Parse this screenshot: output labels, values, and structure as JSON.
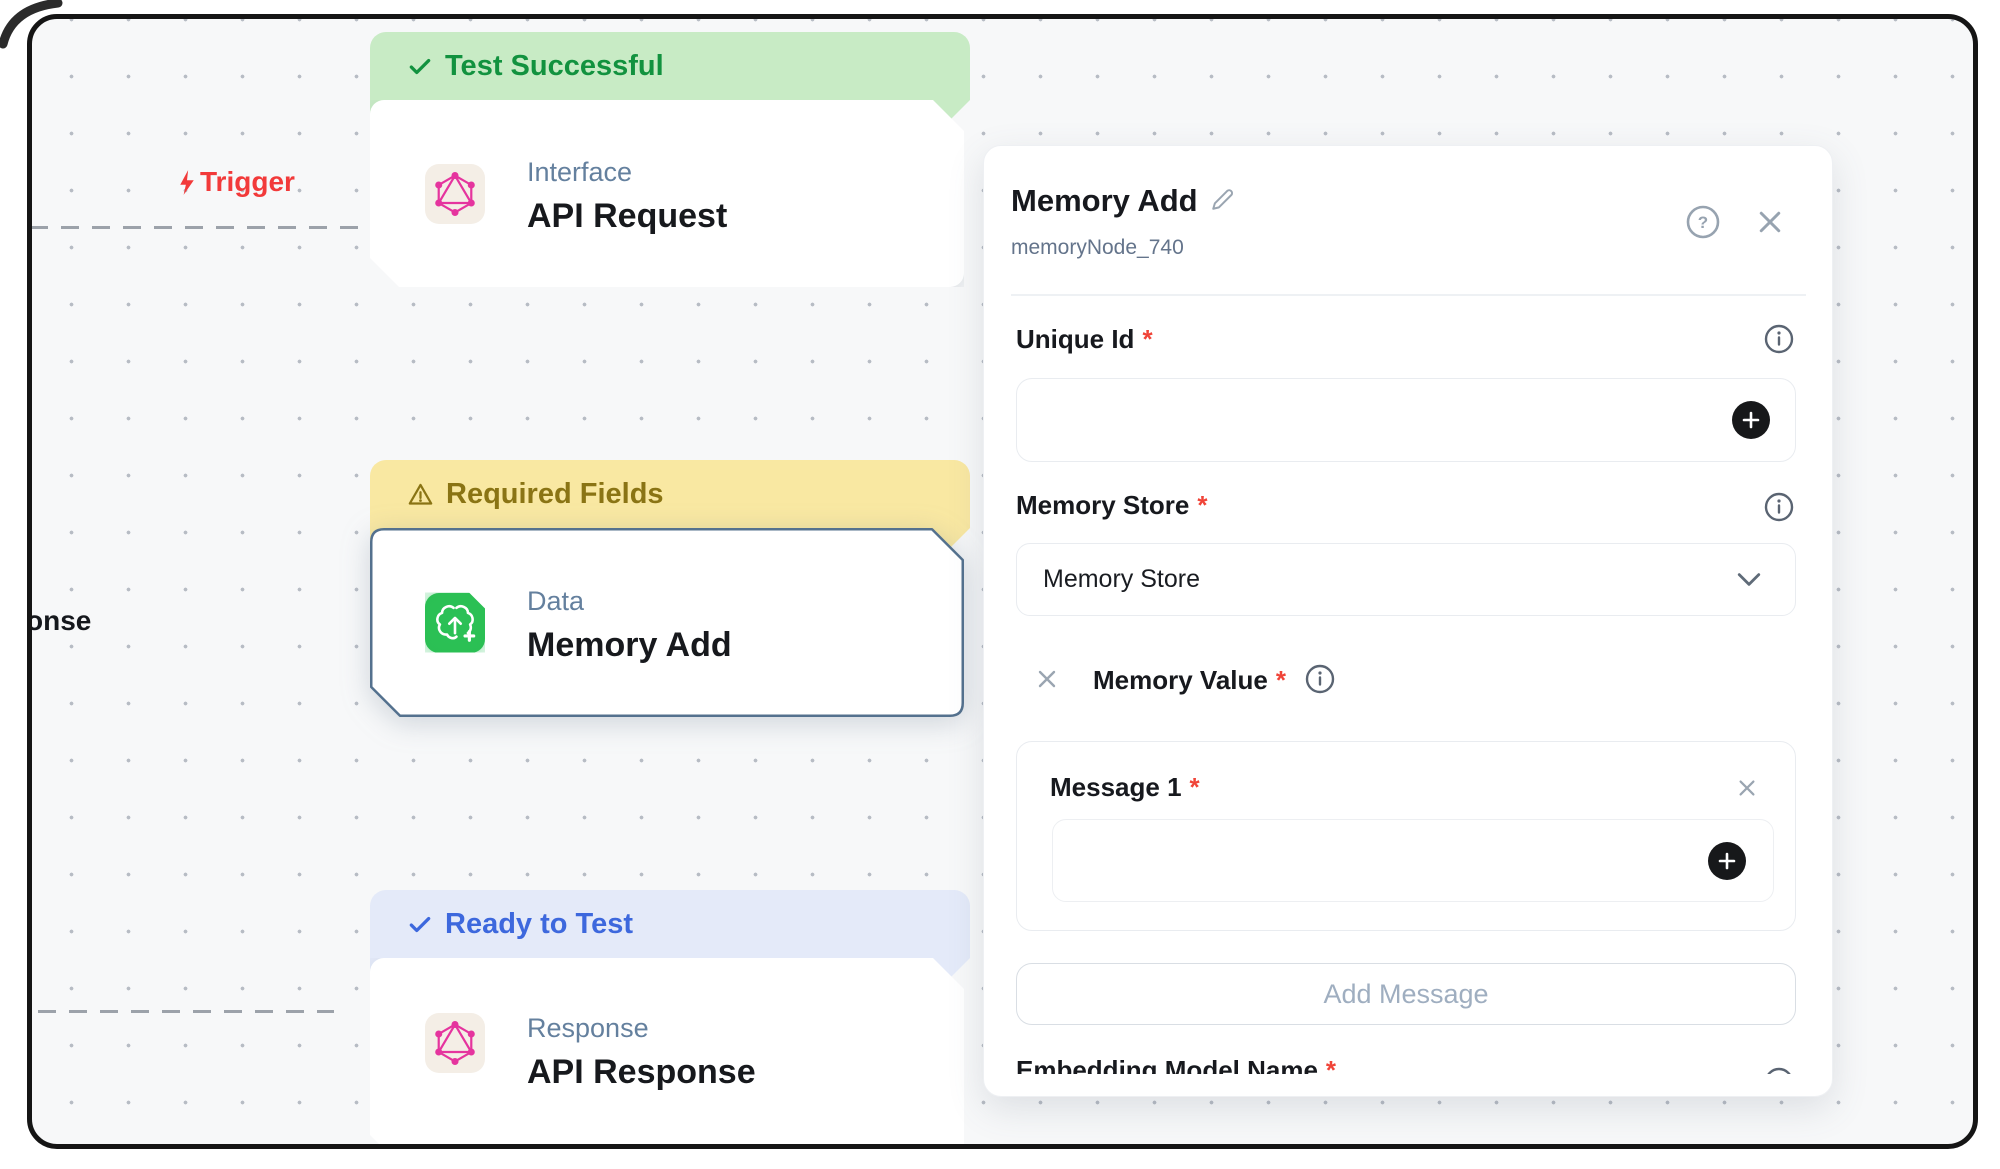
{
  "canvas": {
    "trigger_label": "Trigger",
    "clipped_text": "onse",
    "nodes": [
      {
        "status": "Test Successful",
        "category": "Interface",
        "title": "API Request"
      },
      {
        "status": "Required Fields",
        "category": "Data",
        "title": "Memory Add"
      },
      {
        "status": "Ready to Test",
        "category": "Response",
        "title": "API Response"
      }
    ]
  },
  "panel": {
    "title": "Memory Add",
    "node_id": "memoryNode_740",
    "required_marker": "*",
    "fields": {
      "unique_id": {
        "label": "Unique Id",
        "value": ""
      },
      "memory_store": {
        "label": "Memory Store",
        "value": "Memory Store"
      },
      "memory_value": {
        "label": "Memory Value",
        "messages": [
          {
            "label": "Message 1",
            "value": ""
          }
        ],
        "add_button_label": "Add Message"
      },
      "embedding_model": {
        "label": "Embedding Model Name"
      }
    }
  },
  "colors": {
    "success_bg": "#C8EBC5",
    "success_text": "#12923F",
    "warning_bg": "#F9E8A2",
    "warning_text": "#8A7414",
    "info_bg": "#E4EAF9",
    "info_text": "#3D68DD",
    "edge_green": "#2EBE4C",
    "connector_gray": "#64788C",
    "selected_border": "#54718E",
    "trigger_red": "#F23A3A",
    "icon_green": "#2BBF53",
    "graphql_pink": "#E5349E",
    "plus_button": "#17181A"
  }
}
